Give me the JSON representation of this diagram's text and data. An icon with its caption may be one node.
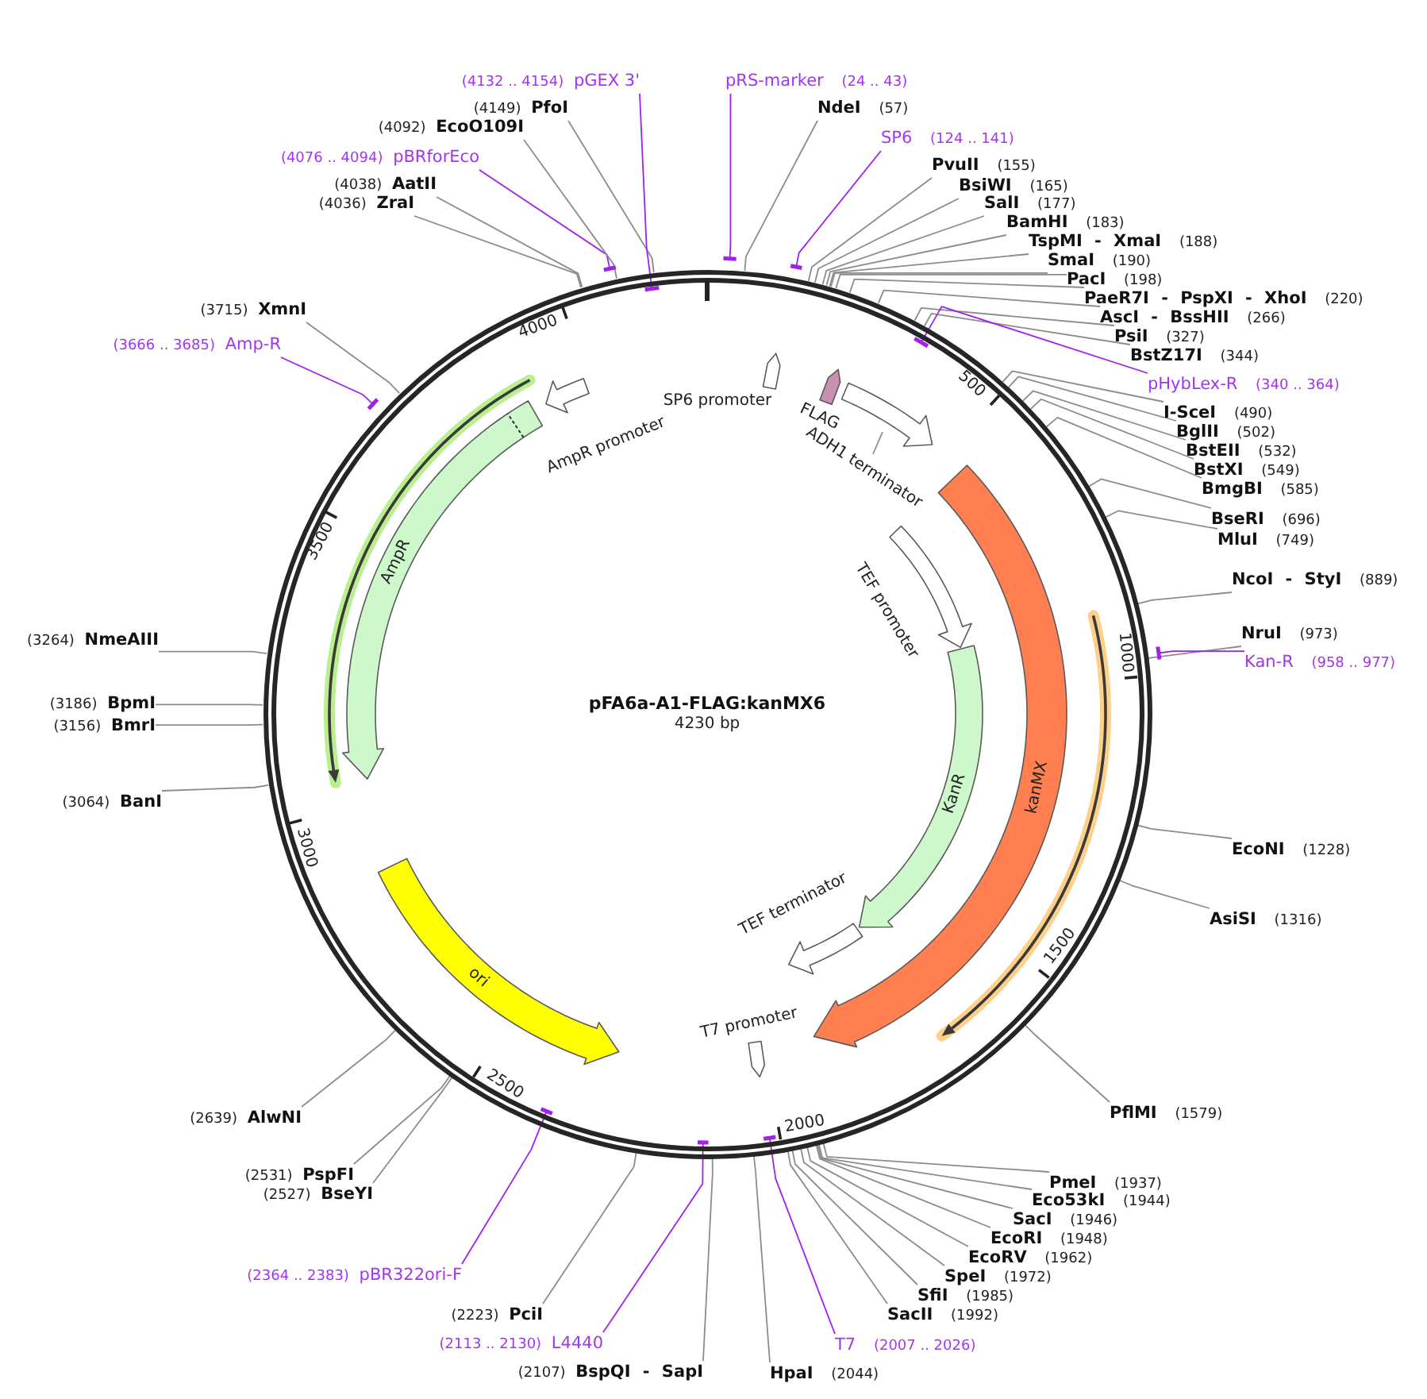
{
  "diagram": {
    "nodes": [
      {
        "text": [
          "pFA6a-A1-FLAG:kanMX6",
          "4230 bp"
        ]
      },
      {
        "text": [
          "AmpR promoter"
        ],
        "in": 0
      },
      {
        "text": [
          "SP6 promoter"
        ],
        "in": 0
      },
      {
        "text": [
          "FLAG"
        ],
        "in": 0
      },
      {
        "text": [
          "ADH1 terminator"
        ],
        "in": 0
      },
      {
        "text": [
          "AmpR"
        ],
        "in": 0
      },
      {
        "text": [
          "kanMX"
        ],
        "in": 0
      },
      {
        "text": [
          "TEF promoter"
        ],
        "in": 0
      },
      {
        "text": [
          "KanR"
        ],
        "in": 0
      },
      {
        "text": [
          "TEF terminator"
        ],
        "in": 0
      },
      {
        "text": [
          "ori"
        ],
        "in": 0
      },
      {
        "text": [
          "T7 promoter"
        ],
        "in": 0
      },
      {
        "text": [
          "pRS-marker",
          "(24 .. 43)"
        ]
      },
      {
        "text": [
          "NdeI",
          "(57)"
        ]
      },
      {
        "text": [
          "SP6",
          "(124 .. 141)"
        ]
      },
      {
        "text": [
          "PvuII",
          "(155)"
        ]
      },
      {
        "text": [
          "BsiWI",
          "(165)"
        ]
      },
      {
        "text": [
          "SalI",
          "(177)"
        ]
      },
      {
        "text": [
          "BamHI",
          "(183)"
        ]
      },
      {
        "text": [
          "TspMI - XmaI",
          "(188)"
        ]
      },
      {
        "text": [
          "SmaI",
          "(190)"
        ]
      },
      {
        "text": [
          "PacI",
          "(198)"
        ]
      },
      {
        "text": [
          "PaeR7I - PspXI - XhoI",
          "(220)"
        ]
      },
      {
        "text": [
          "AscI - BssHII",
          "(266)"
        ]
      },
      {
        "text": [
          "PsiI",
          "(327)"
        ]
      },
      {
        "text": [
          "BstZ17I",
          "(344)"
        ]
      },
      {
        "text": [
          "pHybLex-R",
          "(340 .. 364)"
        ]
      },
      {
        "text": [
          "I-SceI",
          "(490)"
        ]
      },
      {
        "text": [
          "BglII",
          "(502)"
        ]
      },
      {
        "text": [
          "BstEII",
          "(532)"
        ]
      },
      {
        "text": [
          "BstXI",
          "(549)"
        ]
      },
      {
        "text": [
          "BmgBI",
          "(585)"
        ]
      },
      {
        "text": [
          "BseRI",
          "(696)"
        ]
      },
      {
        "text": [
          "MluI",
          "(749)"
        ]
      },
      {
        "text": [
          "NcoI - StyI",
          "(889)"
        ]
      },
      {
        "text": [
          "NruI",
          "(973)"
        ]
      },
      {
        "text": [
          "Kan-R",
          "(958 .. 977)"
        ]
      },
      {
        "text": [
          "EcoNI",
          "(1228)"
        ]
      },
      {
        "text": [
          "AsiSI",
          "(1316)"
        ]
      },
      {
        "text": [
          "PflMI",
          "(1579)"
        ]
      },
      {
        "text": [
          "PmeI",
          "(1937)"
        ]
      },
      {
        "text": [
          "Eco53kI",
          "(1944)"
        ]
      },
      {
        "text": [
          "SacI",
          "(1946)"
        ]
      },
      {
        "text": [
          "EcoRI",
          "(1948)"
        ]
      },
      {
        "text": [
          "EcoRV",
          "(1962)"
        ]
      },
      {
        "text": [
          "SpeI",
          "(1972)"
        ]
      },
      {
        "text": [
          "SfiI",
          "(1985)"
        ]
      },
      {
        "text": [
          "SacII",
          "(1992)"
        ]
      },
      {
        "text": [
          "T7",
          "(2007 .. 2026)"
        ]
      },
      {
        "text": [
          "HpaI",
          "(2044)"
        ]
      },
      {
        "text": [
          "(2107)",
          "BspQI - SapI"
        ]
      },
      {
        "text": [
          "(2113 .. 2130)",
          "L4440"
        ]
      },
      {
        "text": [
          "(2223)",
          "PciI"
        ]
      },
      {
        "text": [
          "(2364 .. 2383)",
          "pBR322ori-F"
        ]
      },
      {
        "text": [
          "(2527)",
          "BseYI"
        ]
      },
      {
        "text": [
          "(2531)",
          "PspFI"
        ]
      },
      {
        "text": [
          "(2639)",
          "AlwNI"
        ]
      },
      {
        "text": [
          "(3064)",
          "BanI"
        ]
      },
      {
        "text": [
          "(3156)",
          "BmrI"
        ]
      },
      {
        "text": [
          "(3186)",
          "BpmI"
        ]
      },
      {
        "text": [
          "(3264)",
          "NmeAIII"
        ]
      },
      {
        "text": [
          "(3666 .. 3685)",
          "Amp-R"
        ]
      },
      {
        "text": [
          "(3715)",
          "XmnI"
        ]
      },
      {
        "text": [
          "(4036)",
          "ZraI"
        ]
      },
      {
        "text": [
          "(4038)",
          "AatII"
        ]
      },
      {
        "text": [
          "(4076 .. 4094)",
          "pBRforEco"
        ]
      },
      {
        "text": [
          "(4092)",
          "EcoO109I"
        ]
      },
      {
        "text": [
          "(4149)",
          "PfoI"
        ]
      },
      {
        "text": [
          "(4132 .. 4154)",
          "pGEX 3'"
        ]
      }
    ],
    "edges": [
      {
        "from": 12,
        "to": 0,
        "arrow": "none",
        "color": "#a020f0"
      },
      {
        "from": 13,
        "to": 0,
        "arrow": "none"
      },
      {
        "from": 14,
        "to": 0,
        "arrow": "none",
        "color": "#a020f0"
      },
      {
        "from": 15,
        "to": 0,
        "arrow": "none"
      },
      {
        "from": 16,
        "to": 0,
        "arrow": "none"
      },
      {
        "from": 17,
        "to": 0,
        "arrow": "none"
      },
      {
        "from": 18,
        "to": 0,
        "arrow": "none"
      },
      {
        "from": 19,
        "to": 0,
        "arrow": "none"
      },
      {
        "from": 20,
        "to": 0,
        "arrow": "none"
      },
      {
        "from": 21,
        "to": 0,
        "arrow": "none"
      },
      {
        "from": 22,
        "to": 0,
        "arrow": "none"
      },
      {
        "from": 23,
        "to": 0,
        "arrow": "none"
      },
      {
        "from": 24,
        "to": 0,
        "arrow": "none"
      },
      {
        "from": 25,
        "to": 0,
        "arrow": "none"
      },
      {
        "from": 26,
        "to": 0,
        "arrow": "none",
        "color": "#a020f0"
      },
      {
        "from": 27,
        "to": 0,
        "arrow": "none"
      },
      {
        "from": 28,
        "to": 0,
        "arrow": "none"
      },
      {
        "from": 29,
        "to": 0,
        "arrow": "none"
      },
      {
        "from": 30,
        "to": 0,
        "arrow": "none"
      },
      {
        "from": 31,
        "to": 0,
        "arrow": "none"
      },
      {
        "from": 32,
        "to": 0,
        "arrow": "none"
      },
      {
        "from": 33,
        "to": 0,
        "arrow": "none"
      },
      {
        "from": 34,
        "to": 0,
        "arrow": "none"
      },
      {
        "from": 35,
        "to": 0,
        "arrow": "none"
      },
      {
        "from": 36,
        "to": 0,
        "arrow": "none",
        "color": "#a020f0"
      },
      {
        "from": 37,
        "to": 0,
        "arrow": "none"
      },
      {
        "from": 38,
        "to": 0,
        "arrow": "none"
      },
      {
        "from": 39,
        "to": 0,
        "arrow": "none"
      },
      {
        "from": 40,
        "to": 0,
        "arrow": "none"
      },
      {
        "from": 41,
        "to": 0,
        "arrow": "none"
      },
      {
        "from": 42,
        "to": 0,
        "arrow": "none"
      },
      {
        "from": 43,
        "to": 0,
        "arrow": "none"
      },
      {
        "from": 44,
        "to": 0,
        "arrow": "none"
      },
      {
        "from": 45,
        "to": 0,
        "arrow": "none"
      },
      {
        "from": 46,
        "to": 0,
        "arrow": "none"
      },
      {
        "from": 47,
        "to": 0,
        "arrow": "none"
      },
      {
        "from": 48,
        "to": 0,
        "arrow": "none",
        "color": "#a020f0"
      },
      {
        "from": 49,
        "to": 0,
        "arrow": "none"
      },
      {
        "from": 50,
        "to": 0,
        "arrow": "none"
      },
      {
        "from": 51,
        "to": 0,
        "arrow": "none",
        "color": "#a020f0"
      },
      {
        "from": 52,
        "to": 0,
        "arrow": "none"
      },
      {
        "from": 53,
        "to": 0,
        "arrow": "none",
        "color": "#a020f0"
      },
      {
        "from": 54,
        "to": 0,
        "arrow": "none"
      },
      {
        "from": 55,
        "to": 0,
        "arrow": "none"
      },
      {
        "from": 56,
        "to": 0,
        "arrow": "none"
      },
      {
        "from": 57,
        "to": 0,
        "arrow": "none"
      },
      {
        "from": 58,
        "to": 0,
        "arrow": "none"
      },
      {
        "from": 59,
        "to": 0,
        "arrow": "none"
      },
      {
        "from": 60,
        "to": 0,
        "arrow": "none"
      },
      {
        "from": 61,
        "to": 0,
        "arrow": "none",
        "color": "#a020f0"
      },
      {
        "from": 62,
        "to": 0,
        "arrow": "none"
      },
      {
        "from": 63,
        "to": 0,
        "arrow": "none"
      },
      {
        "from": 64,
        "to": 0,
        "arrow": "none"
      },
      {
        "from": 65,
        "to": 0,
        "arrow": "none",
        "color": "#a020f0"
      },
      {
        "from": 66,
        "to": 0,
        "arrow": "none"
      },
      {
        "from": 67,
        "to": 0,
        "arrow": "none"
      },
      {
        "from": 68,
        "to": 0,
        "arrow": "none",
        "color": "#a020f0"
      }
    ],
    "labels": [
      "500",
      "1000",
      "1500",
      "2000",
      "2500",
      "3000",
      "3500",
      "4000"
    ]
  }
}
